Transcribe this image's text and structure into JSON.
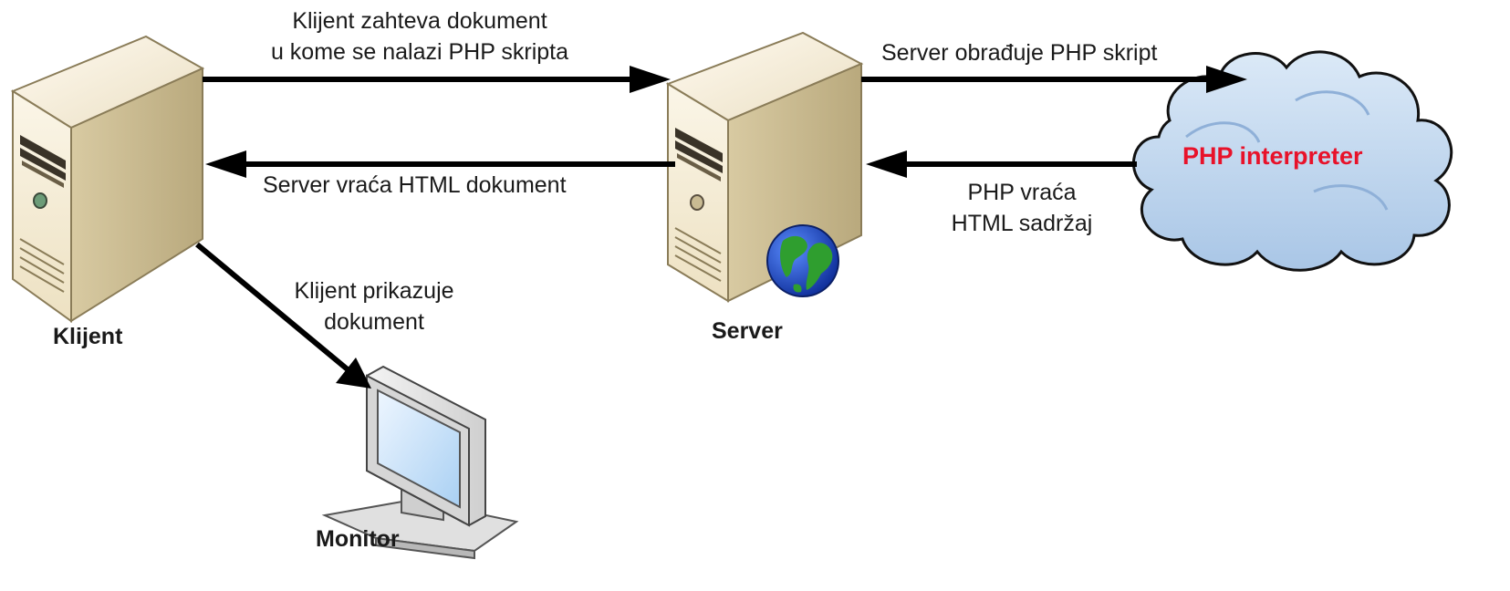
{
  "labels": {
    "request_line1": "Klijent zahteva dokument",
    "request_line2": "u kome se nalazi PHP skripta",
    "server_returns": "Server vraća HTML dokument",
    "server_processes": "Server obrađuje PHP skript",
    "php_returns_line1": "PHP vraća",
    "php_returns_line2": "HTML sadržaj",
    "client_displays_line1": "Klijent prikazuje",
    "client_displays_line2": "dokument"
  },
  "nodes": {
    "client": "Klijent",
    "server": "Server",
    "monitor": "Monitor",
    "interpreter": "PHP interpreter"
  },
  "colors": {
    "interpreter_text": "#e8122a",
    "arrow": "#000000",
    "cloud_fill": "#c2d8ee",
    "cloud_stroke": "#111111",
    "case_light": "#f3ead2",
    "case_side": "#c9bb93",
    "globe_ocean": "#1d4fc8",
    "globe_land": "#2f9e2f"
  },
  "icons": {
    "client_icon": "tower-computer-icon",
    "server_icon": "server-tower-icon",
    "globe_icon": "globe-icon",
    "monitor_icon": "monitor-icon",
    "cloud_icon": "cloud-icon"
  }
}
